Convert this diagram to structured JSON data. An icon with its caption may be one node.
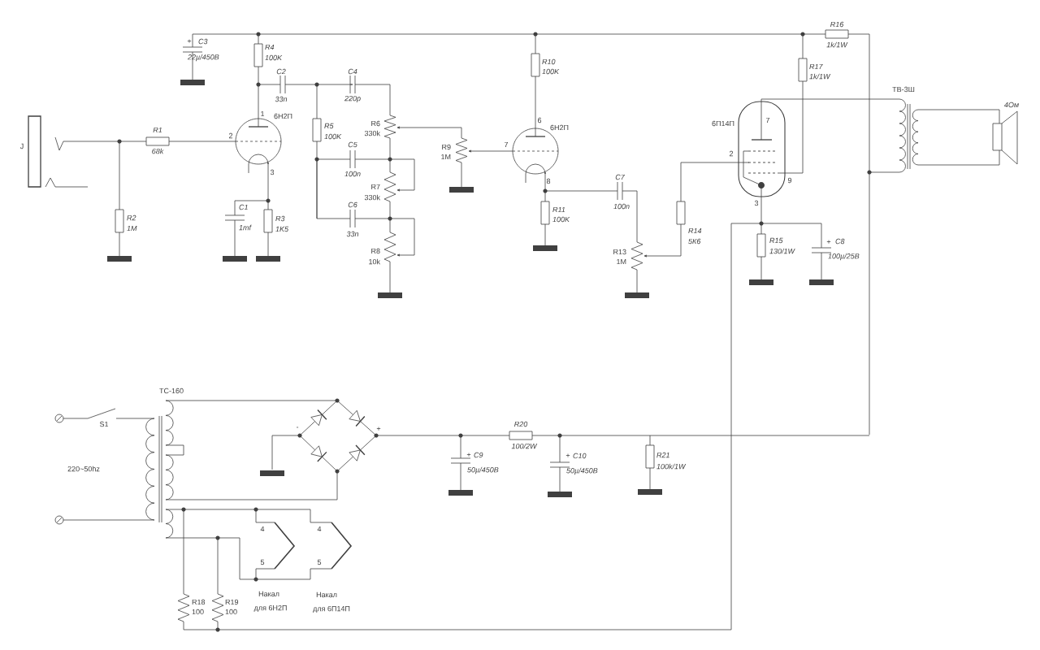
{
  "diagram": {
    "labels": [
      "+",
      "C3",
      "22µ/450В",
      "R4",
      "100K",
      "C2",
      "33n",
      "C4",
      "220p",
      "R16",
      "1k/1W",
      "R10",
      "100K",
      "R17",
      "1k/1W",
      "ТВ-3Ш",
      "4Ом",
      "1",
      "6Н2П",
      "6П14П",
      "7",
      "R6",
      "330k",
      "R5",
      "100K",
      "6",
      "6Н2П",
      "R1",
      "68k",
      "J",
      "2",
      "C5",
      "100n",
      "R9",
      "1M",
      "7",
      "2",
      "3",
      "8",
      "9",
      "C7",
      "100n",
      "R7",
      "330k",
      "C1",
      "1mf",
      "3",
      "C6",
      "33n",
      "R11",
      "100K",
      "R3",
      "1K5",
      "R2",
      "1M",
      "R14",
      "5К6",
      "R15",
      "130/1W",
      "+",
      "C8",
      "100µ/25В",
      "R8",
      "10k",
      "R13",
      "1M",
      "ТС-160",
      "S1",
      "-",
      "+",
      "R20",
      "100/2W",
      "+",
      "C9",
      "50µ/450В",
      "+",
      "C10",
      "50µ/450В",
      "R21",
      "100k/1W",
      "220~50hz",
      "4",
      "4",
      "5",
      "5",
      "R18",
      "100",
      "R19",
      "100",
      "Накал",
      "Накал",
      "для 6Н2П",
      "для 6П14П"
    ]
  }
}
